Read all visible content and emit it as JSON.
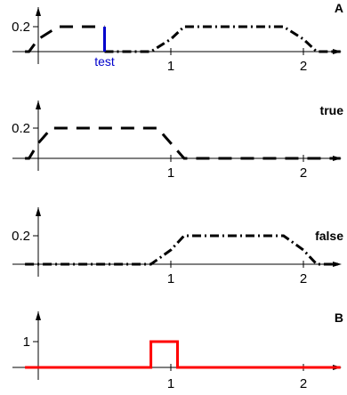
{
  "chart_data": [
    {
      "type": "line",
      "panel_label": "A",
      "x_ticks": [
        1,
        2
      ],
      "y_ticks": [
        0.2
      ],
      "series": [
        {
          "style": "dash-long",
          "color": "#000000",
          "x": [
            -0.1,
            -0.07,
            0,
            0.15,
            0.5
          ],
          "y": [
            0,
            0,
            0.1,
            0.2,
            0.2
          ]
        },
        {
          "style": "dash-dot",
          "color": "#000000",
          "x": [
            0.5,
            0.85,
            1,
            1.1,
            1.85,
            2,
            2.1,
            2.28
          ],
          "y": [
            0,
            0,
            0.1,
            0.2,
            0.2,
            0.1,
            0,
            0
          ]
        }
      ],
      "annotation": {
        "text": "test",
        "x": 0.5,
        "color": "#0000cc",
        "y_top": 0.2
      },
      "xlim": [
        -0.1,
        2.28
      ],
      "ylim": [
        0,
        0.3
      ]
    },
    {
      "type": "line",
      "panel_label": "true",
      "x_ticks": [
        1,
        2
      ],
      "y_ticks": [
        0.2
      ],
      "series": [
        {
          "style": "dash-long",
          "color": "#000000",
          "x": [
            -0.1,
            -0.07,
            0,
            0.1,
            0.9,
            1.1,
            2.28
          ],
          "y": [
            0,
            0,
            0.1,
            0.2,
            0.2,
            0,
            0
          ]
        }
      ],
      "xlim": [
        -0.1,
        2.28
      ],
      "ylim": [
        0,
        0.3
      ]
    },
    {
      "type": "line",
      "panel_label": "false",
      "x_ticks": [
        1,
        2
      ],
      "y_ticks": [
        0.2
      ],
      "series": [
        {
          "style": "dash-dot",
          "color": "#000000",
          "x": [
            -0.1,
            0.85,
            1,
            1.1,
            1.85,
            2,
            2.1,
            2.28
          ],
          "y": [
            0,
            0,
            0.1,
            0.2,
            0.2,
            0.1,
            0,
            0
          ]
        }
      ],
      "xlim": [
        -0.1,
        2.28
      ],
      "ylim": [
        0,
        0.3
      ]
    },
    {
      "type": "line",
      "panel_label": "B",
      "x_ticks": [
        1,
        2
      ],
      "y_ticks": [
        1
      ],
      "series": [
        {
          "style": "solid",
          "color": "#ff0000",
          "x": [
            -0.1,
            0.85,
            0.85,
            1.05,
            1.05,
            2.28
          ],
          "y": [
            0,
            0,
            1,
            1,
            0,
            0
          ]
        }
      ],
      "xlim": [
        -0.1,
        2.28
      ],
      "ylim": [
        0,
        1.5
      ]
    }
  ]
}
